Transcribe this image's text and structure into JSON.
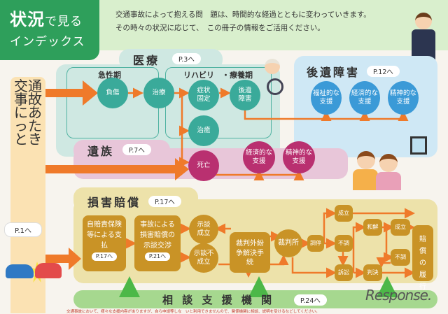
{
  "header": {
    "title_main": "状況",
    "title_small": "で見る",
    "title_line2": "インデックス",
    "intro_line1": "交通事故によって抱える問　題は、時間的な経過とともに変わっていきます。",
    "intro_line2": "その時々の状況に応じて、　この冊子の情報をご活用ください。"
  },
  "left_column": {
    "label": "交通事故にあったとき",
    "page": "P.1へ"
  },
  "medical": {
    "title": "医療",
    "page": "P.3へ",
    "phase_acute": "急性期",
    "phase_rehab": "リハビリ　・療養期",
    "nodes": [
      "負傷",
      "治療",
      "症状固定",
      "後遺障害",
      "治癒"
    ]
  },
  "sequelae": {
    "title": "後遺障害",
    "page": "P.12へ",
    "nodes": [
      "福祉的な支援",
      "経済的な支援",
      "精神的な支援"
    ]
  },
  "bereaved": {
    "title": "遺族",
    "page": "P.7へ",
    "nodes": [
      "死亡",
      "経済的な支援",
      "精神的な支援"
    ]
  },
  "damages": {
    "title": "損害賠償",
    "page": "P.17へ",
    "box1": "自賠責保険等による支払",
    "box1_page": "P.17へ",
    "box2": "事故による損害賠償の示談交渉",
    "box2_page": "P.21へ",
    "settled": "示談成立",
    "unsettled": "示談不成立",
    "adr": "裁判外紛争解決手続",
    "court": "裁判所",
    "mediation": "調停",
    "med_success": "成立",
    "med_fail": "不調",
    "lawsuit": "訴訟",
    "reconcile": "和解",
    "judgment": "判決",
    "rec_success": "成立",
    "rec_fail": "不調",
    "fulfillment": "賠償の履行"
  },
  "consult": {
    "title": "相 談 支 援 機 関",
    "page": "P.24へ"
  },
  "footer": "交通事故において、様々な支援内容がありますが、自ら申請等しな　いと利用できませんので、関係機関に相談、説明を受けるなどしてください。",
  "watermark": "Response.",
  "colors": {
    "green": "#2e9f5b",
    "teal": "#3aaa9a",
    "blue": "#3b9ad7",
    "magenta": "#b93070",
    "gold": "#c99326",
    "orange": "#ef7a2a"
  }
}
